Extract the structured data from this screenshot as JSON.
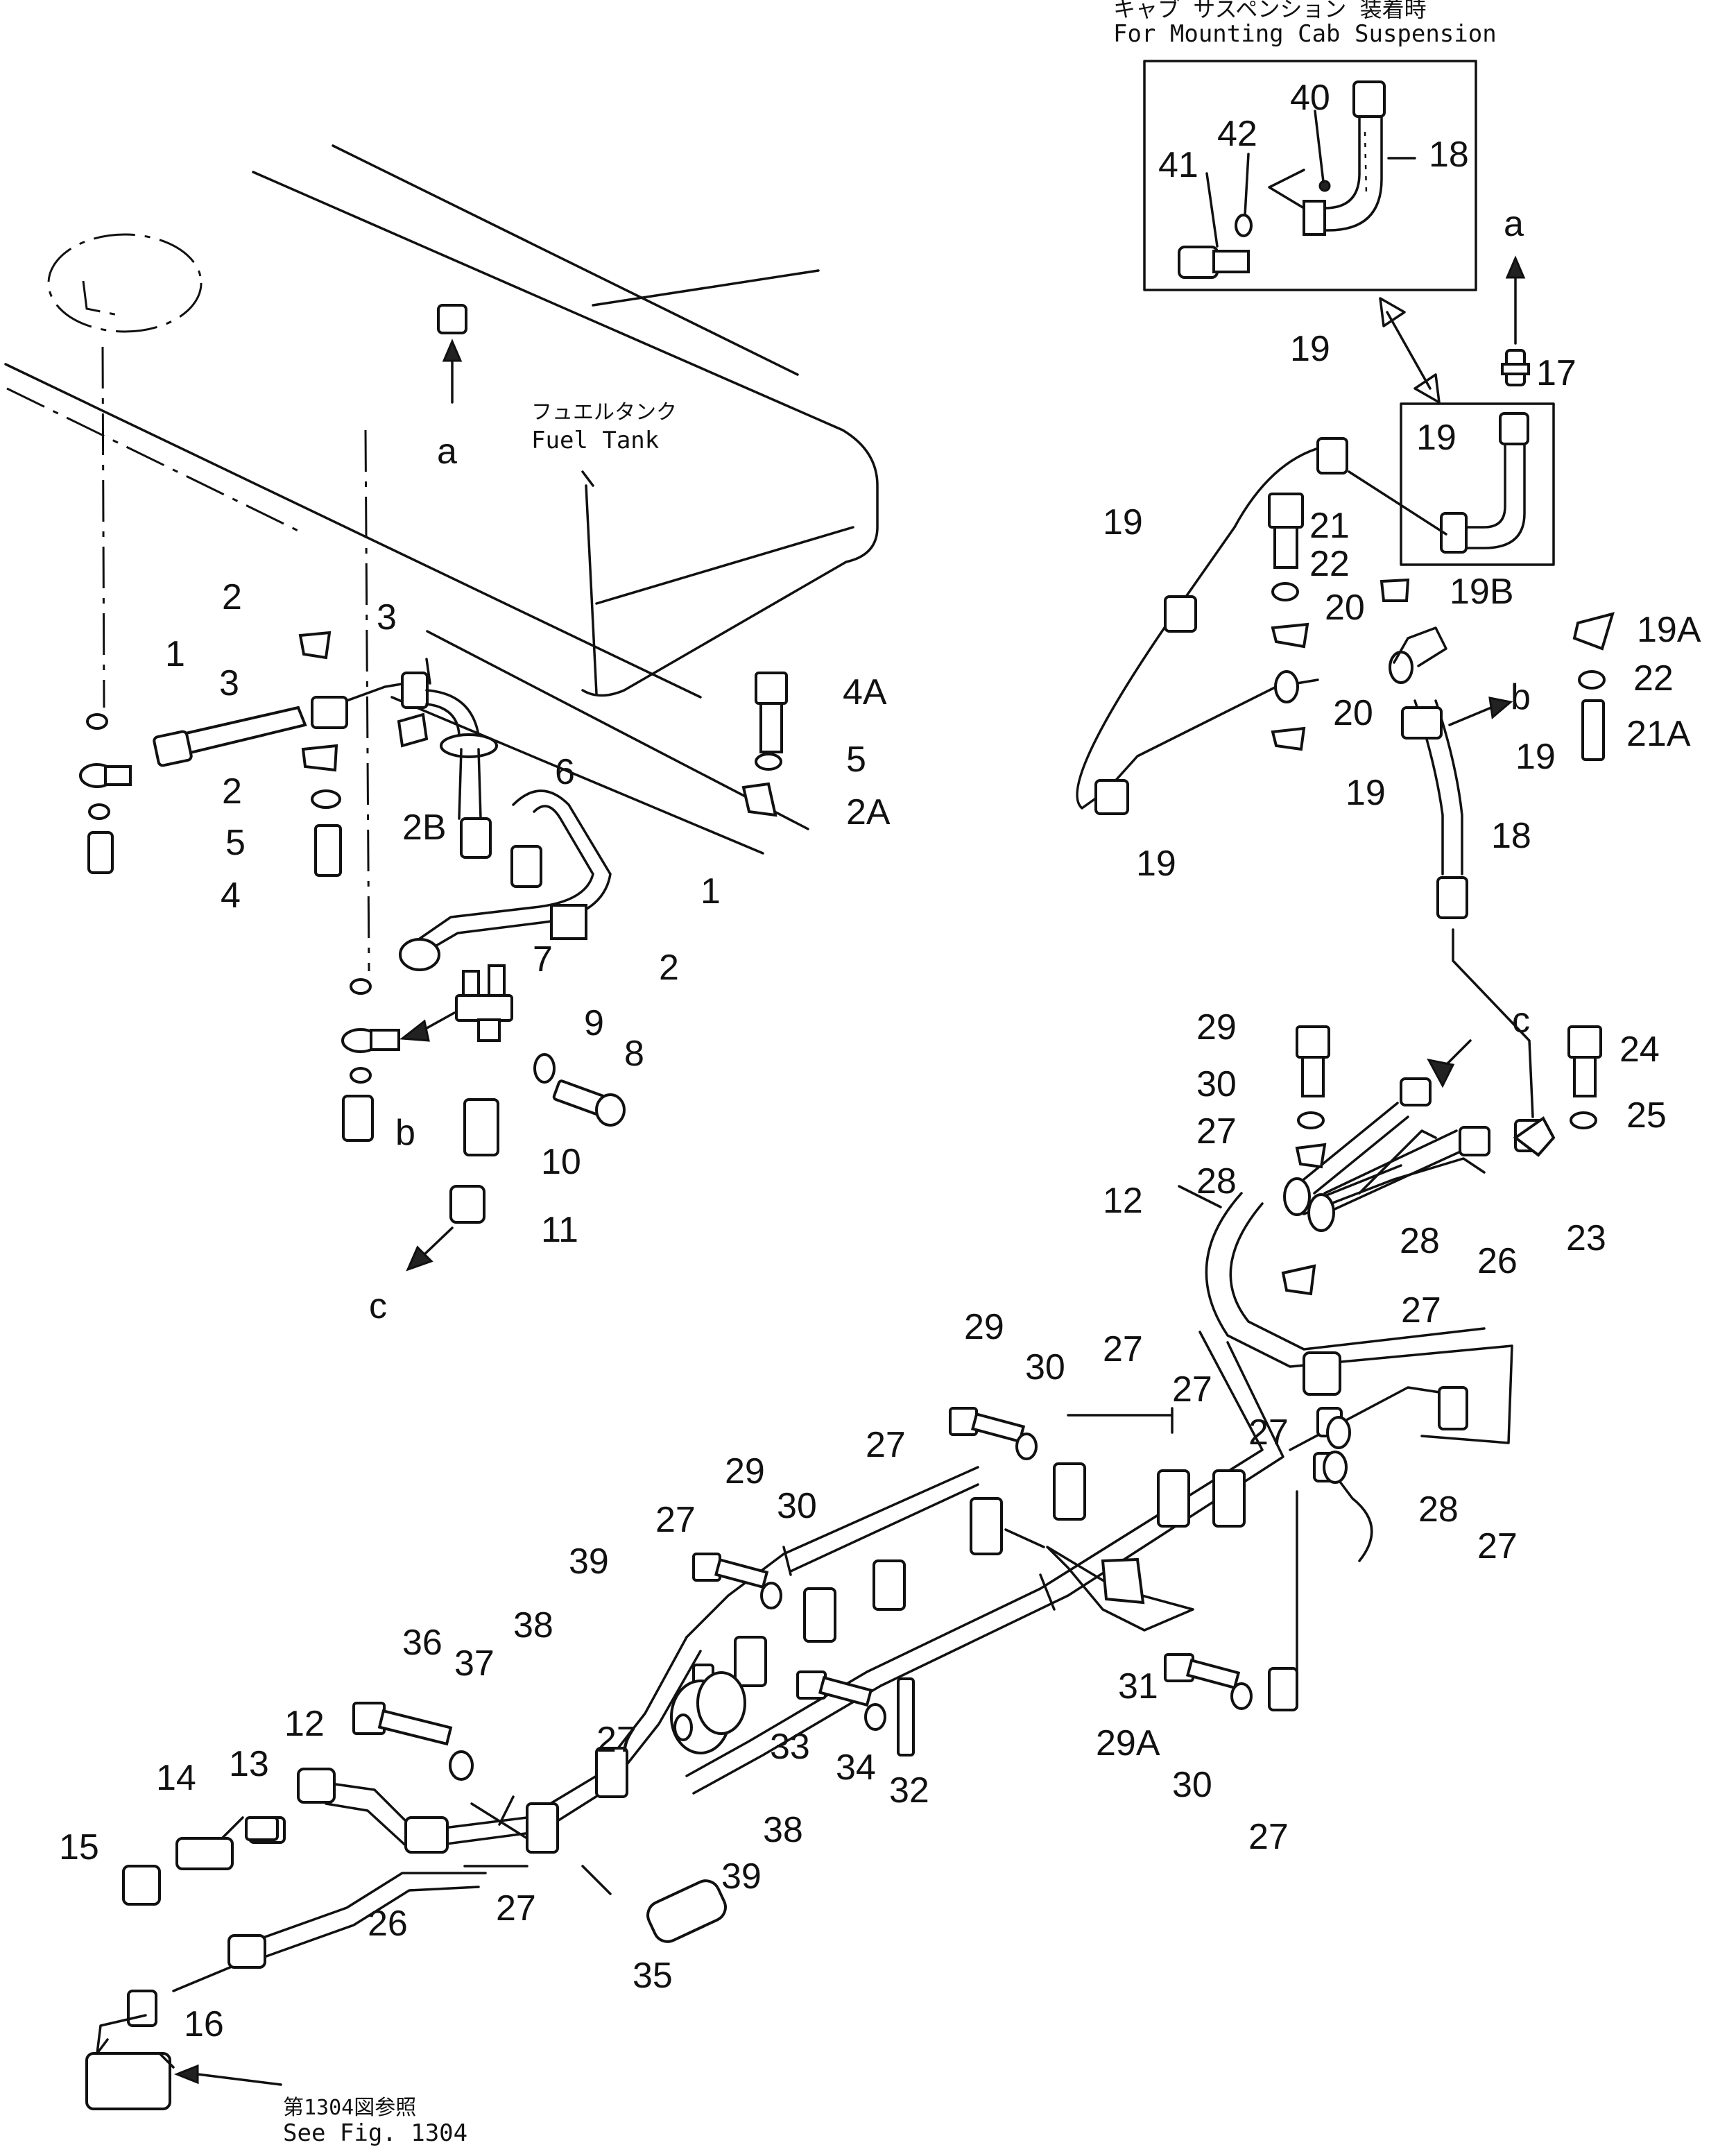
{
  "captions": {
    "cab_jp": "キャブ サスペンション 装着時",
    "cab_en": "For Mounting Cab Suspension",
    "tank_jp": "フュエルタンク",
    "tank_en": "Fuel Tank",
    "see_jp": "第1304図参照",
    "see_en": "See Fig. 1304"
  },
  "callouts": [
    {
      "id": "c-40",
      "text": "40"
    },
    {
      "id": "c-42",
      "text": "42"
    },
    {
      "id": "c-41",
      "text": "41"
    },
    {
      "id": "c-18a",
      "text": "18"
    },
    {
      "id": "c-a1",
      "text": "a"
    },
    {
      "id": "c-17",
      "text": "17"
    },
    {
      "id": "c-19a",
      "text": "19"
    },
    {
      "id": "c-19b",
      "text": "19"
    },
    {
      "id": "c-19c",
      "text": "19"
    },
    {
      "id": "c-21",
      "text": "21"
    },
    {
      "id": "c-22a",
      "text": "22"
    },
    {
      "id": "c-19B",
      "text": "19B"
    },
    {
      "id": "c-20a",
      "text": "20"
    },
    {
      "id": "c-19A",
      "text": "19A"
    },
    {
      "id": "c-22b",
      "text": "22"
    },
    {
      "id": "c-b1",
      "text": "b"
    },
    {
      "id": "c-20b",
      "text": "20"
    },
    {
      "id": "c-19d",
      "text": "19"
    },
    {
      "id": "c-21A",
      "text": "21A"
    },
    {
      "id": "c-19e",
      "text": "19"
    },
    {
      "id": "c-18b",
      "text": "18"
    },
    {
      "id": "c-19f",
      "text": "19"
    },
    {
      "id": "c-a2",
      "text": "a"
    },
    {
      "id": "c-2a",
      "text": "2"
    },
    {
      "id": "c-1a",
      "text": "1"
    },
    {
      "id": "c-3a",
      "text": "3"
    },
    {
      "id": "c-3b",
      "text": "3"
    },
    {
      "id": "c-4A",
      "text": "4A"
    },
    {
      "id": "c-2b",
      "text": "2"
    },
    {
      "id": "c-6",
      "text": "6"
    },
    {
      "id": "c-5a",
      "text": "5"
    },
    {
      "id": "c-5b",
      "text": "5"
    },
    {
      "id": "c-2B",
      "text": "2B"
    },
    {
      "id": "c-2A",
      "text": "2A"
    },
    {
      "id": "c-4",
      "text": "4"
    },
    {
      "id": "c-1b",
      "text": "1"
    },
    {
      "id": "c-2c",
      "text": "2"
    },
    {
      "id": "c-7",
      "text": "7"
    },
    {
      "id": "c-9",
      "text": "9"
    },
    {
      "id": "c-8",
      "text": "8"
    },
    {
      "id": "c-b2",
      "text": "b"
    },
    {
      "id": "c-10",
      "text": "10"
    },
    {
      "id": "c-11",
      "text": "11"
    },
    {
      "id": "c-c1",
      "text": "c"
    },
    {
      "id": "c-29a",
      "text": "29"
    },
    {
      "id": "c-c2",
      "text": "c"
    },
    {
      "id": "c-24",
      "text": "24"
    },
    {
      "id": "c-30a",
      "text": "30"
    },
    {
      "id": "c-25",
      "text": "25"
    },
    {
      "id": "c-27a",
      "text": "27"
    },
    {
      "id": "c-28a",
      "text": "28"
    },
    {
      "id": "c-12a",
      "text": "12"
    },
    {
      "id": "c-23",
      "text": "23"
    },
    {
      "id": "c-28b",
      "text": "28"
    },
    {
      "id": "c-26a",
      "text": "26"
    },
    {
      "id": "c-27b",
      "text": "27"
    },
    {
      "id": "c-29b",
      "text": "29"
    },
    {
      "id": "c-30b",
      "text": "30"
    },
    {
      "id": "c-27c",
      "text": "27"
    },
    {
      "id": "c-27d",
      "text": "27"
    },
    {
      "id": "c-27e",
      "text": "27"
    },
    {
      "id": "c-27f",
      "text": "27"
    },
    {
      "id": "c-29c",
      "text": "29"
    },
    {
      "id": "c-30c",
      "text": "30"
    },
    {
      "id": "c-28c",
      "text": "28"
    },
    {
      "id": "c-27g",
      "text": "27"
    },
    {
      "id": "c-27h",
      "text": "27"
    },
    {
      "id": "c-39a",
      "text": "39"
    },
    {
      "id": "c-38a",
      "text": "38"
    },
    {
      "id": "c-36",
      "text": "36"
    },
    {
      "id": "c-37",
      "text": "37"
    },
    {
      "id": "c-31",
      "text": "31"
    },
    {
      "id": "c-12b",
      "text": "12"
    },
    {
      "id": "c-33",
      "text": "33"
    },
    {
      "id": "c-34",
      "text": "34"
    },
    {
      "id": "c-32",
      "text": "32"
    },
    {
      "id": "c-29A",
      "text": "29A"
    },
    {
      "id": "c-30d",
      "text": "30"
    },
    {
      "id": "c-27i",
      "text": "27"
    },
    {
      "id": "c-13",
      "text": "13"
    },
    {
      "id": "c-14",
      "text": "14"
    },
    {
      "id": "c-15",
      "text": "15"
    },
    {
      "id": "c-27j",
      "text": "27"
    },
    {
      "id": "c-38b",
      "text": "38"
    },
    {
      "id": "c-39b",
      "text": "39"
    },
    {
      "id": "c-27k",
      "text": "27"
    },
    {
      "id": "c-26b",
      "text": "26"
    },
    {
      "id": "c-35",
      "text": "35"
    },
    {
      "id": "c-16",
      "text": "16"
    }
  ]
}
